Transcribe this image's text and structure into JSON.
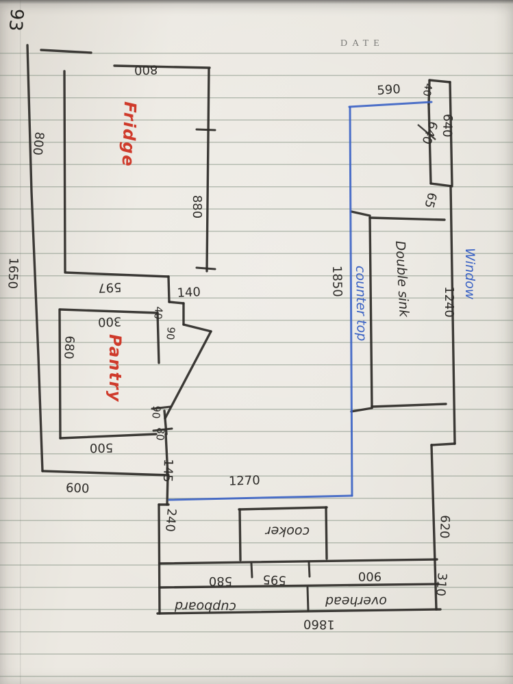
{
  "page": {
    "number": "93",
    "date_label": "DATE"
  },
  "colors": {
    "ink": "#2e2c29",
    "red": "#cf3a2b",
    "blue": "#3a62c4",
    "paper": "#e9e6df"
  },
  "plan": {
    "rooms": {
      "fridge": "Fridge",
      "pantry": "Pantry",
      "double_sink": "Double sink",
      "counter_top": "counter top",
      "window": "Window",
      "cooker": "cooker",
      "cupboard": "cupboard",
      "overhead": "overhead"
    },
    "measurements": {
      "top_800": "800",
      "left_800": "800",
      "m590": "590",
      "m40_top": "40",
      "m640_struck": "640",
      "m640": "640",
      "m880": "880",
      "m65": "65",
      "m597": "597",
      "m140": "140",
      "m300": "300",
      "m40_mid": "40",
      "m90_mid": "90",
      "m680": "680",
      "m1850": "1850",
      "m1240": "1240",
      "m90_low": "90",
      "m80": "80",
      "m500": "500",
      "m145": "145",
      "m600": "600",
      "m1270": "1270",
      "m1650": "1650",
      "m240": "240",
      "m580": "580",
      "m595": "595",
      "m900": "900",
      "m310": "310",
      "m620": "620",
      "m1860": "1860"
    }
  }
}
